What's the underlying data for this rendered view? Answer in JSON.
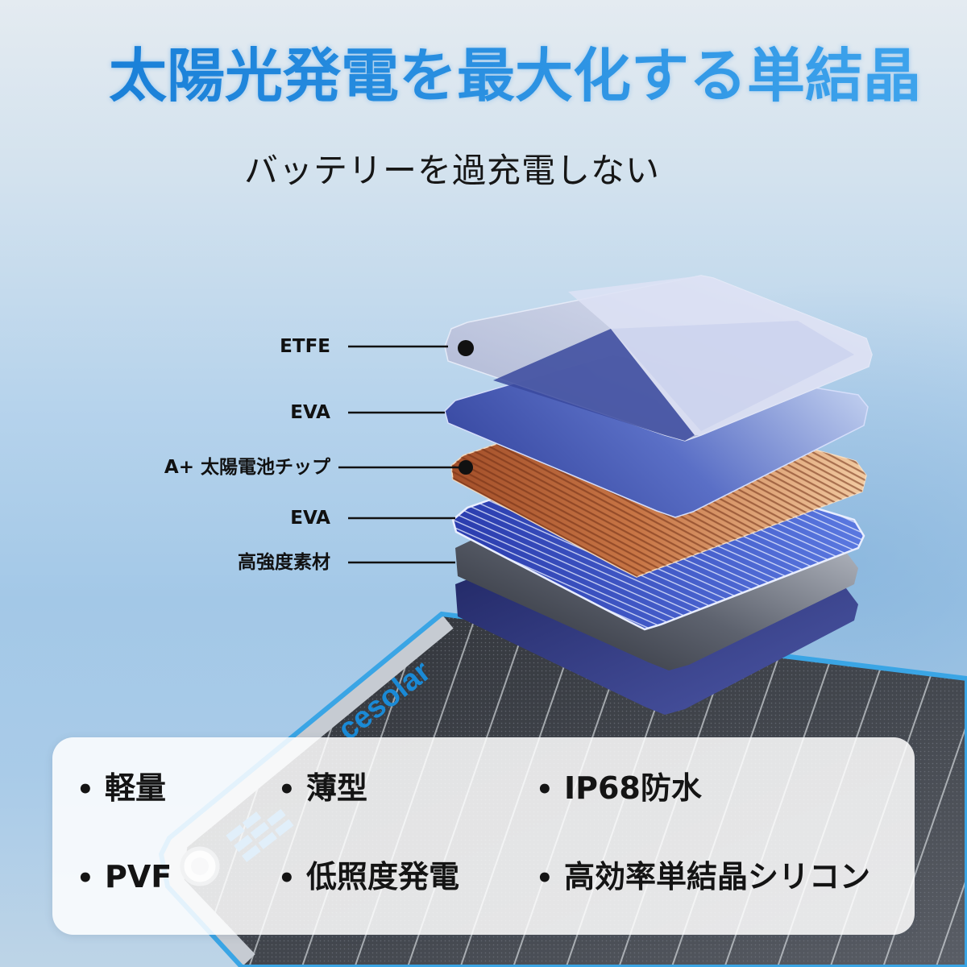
{
  "title": "太陽光発電を最大化する単結晶",
  "subtitle": "バッテリーを過充電しない",
  "layers": [
    {
      "label": "ETFE"
    },
    {
      "label": "EVA"
    },
    {
      "label": "A+ 太陽電池チップ"
    },
    {
      "label": "EVA"
    },
    {
      "label": "高強度素材"
    }
  ],
  "panel": {
    "logo_text": "cesolar"
  },
  "feature_bullet": "•",
  "features": [
    {
      "text": "軽量"
    },
    {
      "text": "薄型"
    },
    {
      "text": "IP68防水"
    },
    {
      "text": "PVF"
    },
    {
      "text": "低照度発電"
    },
    {
      "text": "高効率単結晶シリコン"
    }
  ],
  "colors": {
    "title_start": "#1a80d8",
    "title_end": "#3da3ec",
    "panel_rim": "#3aa5e5",
    "logo": "#1a8ad6"
  }
}
